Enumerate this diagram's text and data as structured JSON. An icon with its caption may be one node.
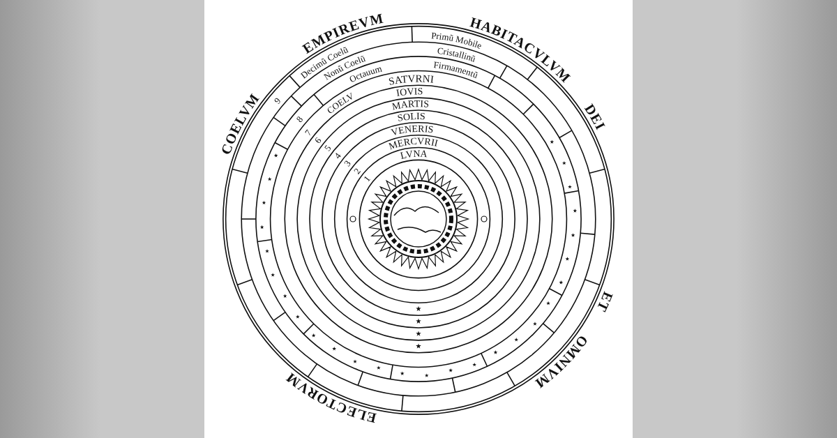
{
  "diagram": {
    "labels": [
      "EMPIREVM",
      "HABITACVLVM",
      "DEI",
      "ET",
      "OMNIVM",
      "ELECTORVM",
      "COELVM",
      "Decimũ Coelũ",
      "Primũ Mobile",
      "Nonũ Coelũ",
      "Cristallinũ",
      "Octauum",
      "Firmamentũ",
      "COELV",
      "SATVRNI",
      "IOVIS",
      "MARTIS",
      "SOLIS",
      "VENERIS",
      "MERCVRII",
      "LVNA",
      "9",
      "8",
      "7",
      "6",
      "5",
      "4",
      "3",
      "2",
      "1"
    ]
  }
}
